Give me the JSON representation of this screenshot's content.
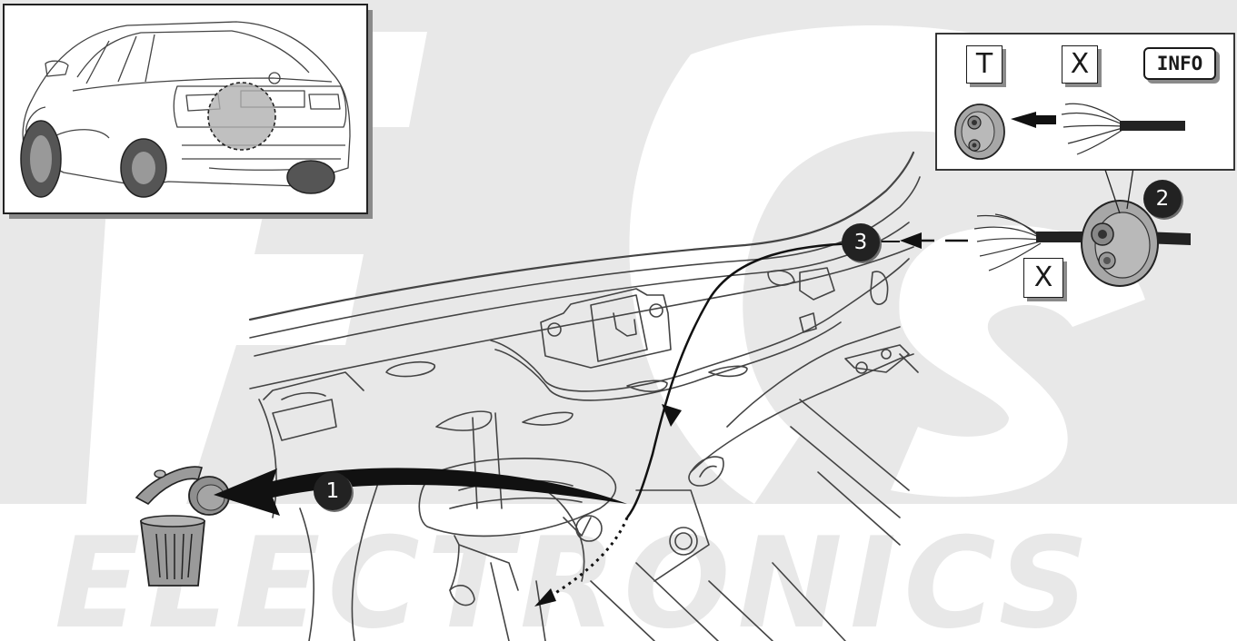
{
  "labels": {
    "t": "T",
    "x_top": "X",
    "x_lower": "X",
    "info": "INFO"
  },
  "steps": [
    "1",
    "2",
    "3"
  ],
  "watermark": {
    "brand": "ELECTRONICS"
  },
  "colors": {
    "ink": "#1a1a1a",
    "watermark": "#e8e8e8",
    "grommet": "#a7a7a7",
    "bin": "#9a9a9a"
  }
}
